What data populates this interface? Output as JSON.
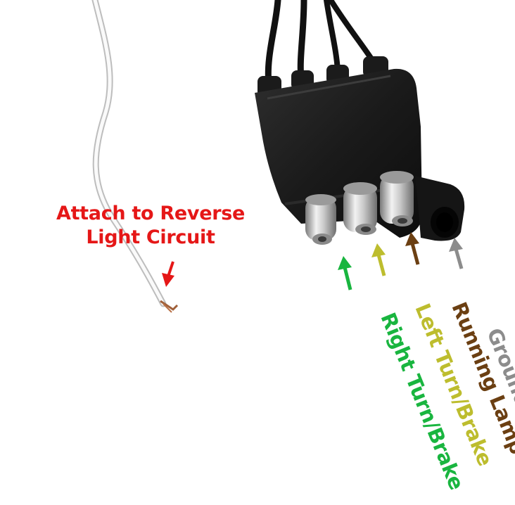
{
  "callout": {
    "line1": "Attach to Reverse",
    "line2": "Light Circuit",
    "color": "#e51717"
  },
  "wires": [
    {
      "label": "Ground",
      "color": "#8c8c8c"
    },
    {
      "label": "Running Lamp",
      "color": "#6b3f12"
    },
    {
      "label": "Left Turn/Brake",
      "color": "#bdbd2e"
    },
    {
      "label": "Right Turn/Brake",
      "color": "#19b53f"
    }
  ],
  "objects": {
    "connector": "4-way flat trailer connector",
    "white_wire": "white wire"
  }
}
